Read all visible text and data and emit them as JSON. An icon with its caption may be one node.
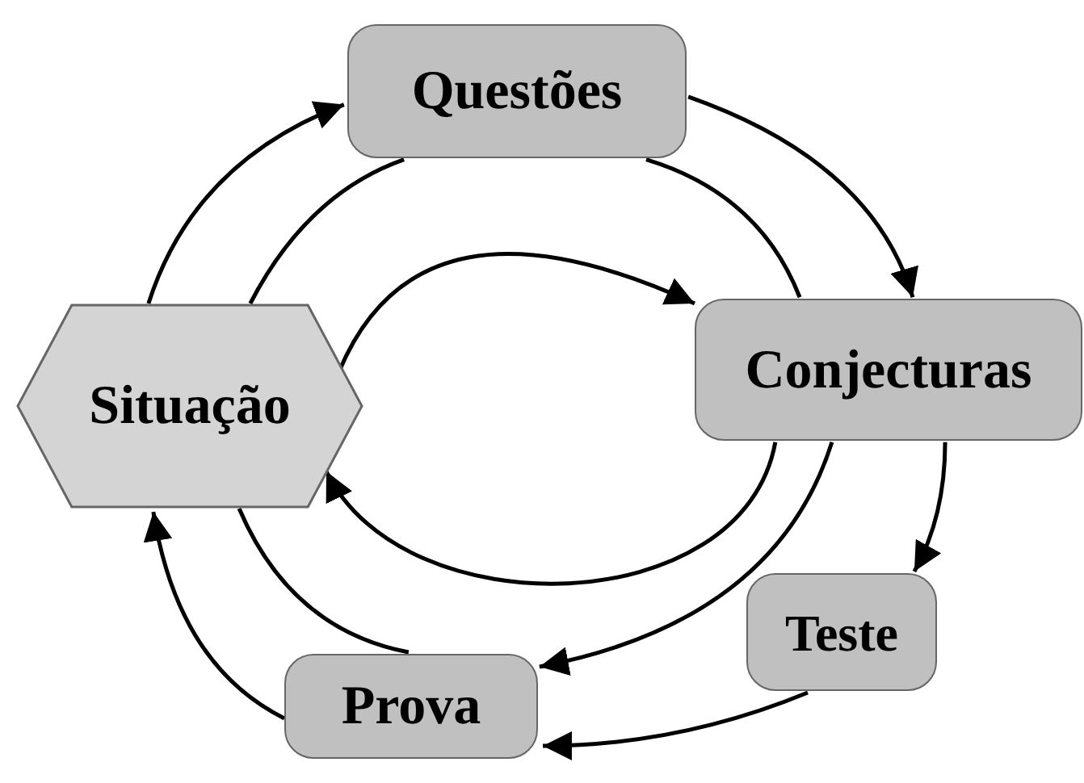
{
  "diagram": {
    "nodes": [
      {
        "text": [
          "Questões"
        ]
      },
      {
        "text": [
          "Conjecturas"
        ]
      },
      {
        "text": [
          "Teste"
        ]
      },
      {
        "text": [
          "Prova"
        ]
      },
      {
        "text": [
          "Situação"
        ]
      }
    ],
    "edges": [
      {
        "from": 4,
        "to": 0,
        "arrow": "to"
      },
      {
        "from": 0,
        "to": 1,
        "arrow": "to"
      },
      {
        "from": 1,
        "to": 2,
        "arrow": "to"
      },
      {
        "from": 2,
        "to": 3,
        "arrow": "to"
      },
      {
        "from": 3,
        "to": 4,
        "arrow": "to"
      },
      {
        "from": 4,
        "to": 0,
        "arrow": "none"
      },
      {
        "from": 0,
        "to": 1,
        "arrow": "none"
      },
      {
        "from": 1,
        "to": 3,
        "arrow": "to"
      },
      {
        "from": 4,
        "to": 3,
        "arrow": "none"
      },
      {
        "from": 4,
        "to": 1,
        "arrow": "to"
      },
      {
        "from": 1,
        "to": 4,
        "arrow": "to"
      }
    ]
  }
}
